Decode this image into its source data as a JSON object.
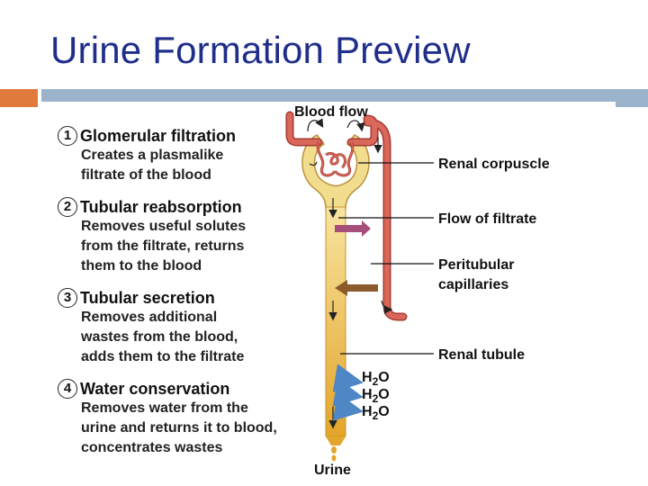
{
  "slide": {
    "title": "Urine Formation Preview"
  },
  "steps": [
    {
      "number": "1",
      "title": "Glomerular filtration",
      "description": [
        "Creates a plasmalike",
        "filtrate of the blood"
      ]
    },
    {
      "number": "2",
      "title": "Tubular reabsorption",
      "description": [
        "Removes useful solutes",
        "from the filtrate, returns",
        "them to the blood"
      ]
    },
    {
      "number": "3",
      "title": "Tubular secretion",
      "description": [
        "Removes additional",
        "wastes from the blood,",
        "adds them to the filtrate"
      ]
    },
    {
      "number": "4",
      "title": "Water conservation",
      "description": [
        "Removes water from the",
        "urine and returns it to blood,",
        "concentrates wastes"
      ]
    }
  ],
  "diagram": {
    "blood_flow": "Blood flow",
    "urine": "Urine",
    "labels": {
      "renal_corpuscle": "Renal corpuscle",
      "flow_of_filtrate": "Flow of filtrate",
      "peritubular_line1": "Peritubular",
      "peritubular_line2": "capillaries",
      "renal_tubule": "Renal tubule"
    },
    "water": {
      "h": "H",
      "sub": "2",
      "o": "O"
    },
    "colors": {
      "capillary": "#d9675a",
      "capillary_dark": "#a63a32",
      "tubule_top": "#f7e4a0",
      "tubule_bottom": "#e3a52a",
      "reabsorb_arrow": "#a64d7a",
      "secretion_arrow": "#8a5a2b",
      "water_arrow": "#4f86c6"
    }
  }
}
